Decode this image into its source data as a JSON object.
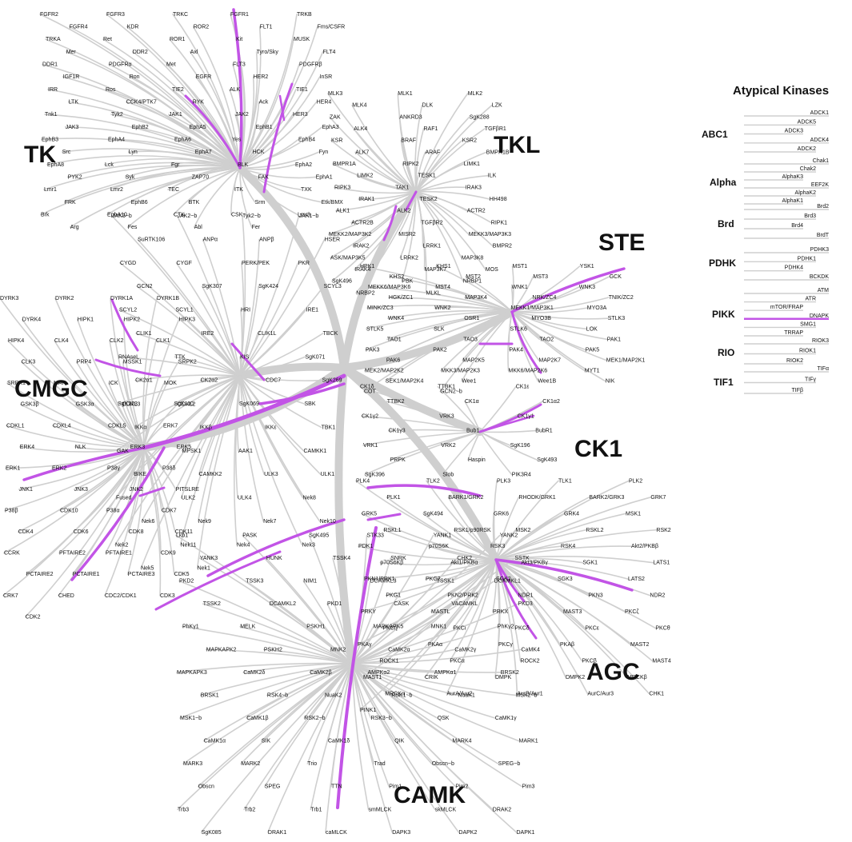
{
  "colors": {
    "branch": "#cfcfcf",
    "highlight": "#c254e6",
    "text": "#111111",
    "background": "#ffffff"
  },
  "groups": {
    "tk": "TK",
    "tkl": "TKL",
    "ste": "STE",
    "ck1": "CK1",
    "agc": "AGC",
    "camk": "CAMK",
    "cmgc": "CMGC"
  },
  "atypical": {
    "title": "Atypical Kinases",
    "families": [
      {
        "name": "ABC1",
        "members": [
          "ADCK1",
          "ADCK5",
          "ADCK3",
          "ADCK4",
          "ADCK2"
        ]
      },
      {
        "name": "Alpha",
        "members": [
          "Chak1",
          "Chak2",
          "AlphaK3",
          "EEF2K",
          "AlphaK2",
          "AlphaK1"
        ]
      },
      {
        "name": "Brd",
        "members": [
          "Brd2",
          "Brd3",
          "Brd4",
          "BrdT"
        ]
      },
      {
        "name": "PDHK",
        "members": [
          "PDHK3",
          "PDHK1",
          "PDHK4",
          "BCKDK"
        ]
      },
      {
        "name": "PIKK",
        "members": [
          "ATM",
          "ATR",
          "mTOR/FRAP",
          "DNAPK",
          "SMG1",
          "TRRAP"
        ]
      },
      {
        "name": "RIO",
        "members": [
          "RIOK3",
          "RIOK1",
          "RIOK2"
        ]
      },
      {
        "name": "TIF1",
        "members": [
          "TIFα",
          "TIFγ",
          "TIFβ"
        ]
      }
    ],
    "highlighted": [
      "DNAPK"
    ]
  },
  "kinases": {
    "tk": [
      "FGFR2",
      "FGFR3",
      "TRKC",
      "FGFR1",
      "TRKB",
      "FGFR4",
      "KDR",
      "ROR2",
      "FLT1",
      "Fms/CSFR",
      "TRKA",
      "Ret",
      "ROR1",
      "Kit",
      "MUSK",
      "Mer",
      "DDR2",
      "Axl",
      "Tyro/Sky",
      "FLT4",
      "DDR1",
      "PDGFRα",
      "Met",
      "FLT3",
      "PDGFRβ",
      "IGF1R",
      "Ron",
      "EGFR",
      "HER2",
      "InSR",
      "IRR",
      "Ros",
      "TIE2",
      "ALK",
      "TIE1",
      "LTK",
      "CCK4/PTK7",
      "RYK",
      "Ack",
      "HER4",
      "Tnk1",
      "Tyk2",
      "JAK1",
      "JAK2",
      "HER3",
      "JAK3",
      "EphB2",
      "EphA5",
      "EphB1",
      "EphA3",
      "EphB3",
      "EphA4",
      "EphA6",
      "Yes",
      "EphB4",
      "Src",
      "Lyn",
      "EphA7",
      "HCK",
      "Fyn",
      "EphA8",
      "Lck",
      "Fgr",
      "BLK",
      "EphA2",
      "PYK2",
      "Syk",
      "ZAP70",
      "FAK",
      "EphA1",
      "Lmr1",
      "Lmr2",
      "TEC",
      "ITK",
      "TXK",
      "FRK",
      "EphB6",
      "BTK",
      "Srm",
      "Etk/BMX",
      "Brk",
      "EphA10",
      "CTK",
      "CSK",
      "Lmr3",
      "Arg",
      "Fes",
      "Abl",
      "Fer"
    ],
    "tkl": [
      "MLK3",
      "MLK1",
      "MLK2",
      "MLK4",
      "DLK",
      "LZK",
      "ZAK",
      "ANKRD3",
      "SgK288",
      "ALK4",
      "RAF1",
      "TGFβR1",
      "KSR",
      "BRAF",
      "KSR2",
      "ALK7",
      "ARAF",
      "BMPR1B",
      "BMPR1A",
      "RIPK2",
      "LIMK1",
      "LIMK2",
      "TESK1",
      "ILK",
      "RIPK3",
      "TAK1",
      "IRAK3",
      "IRAK1",
      "TESK2",
      "HH498",
      "ALK1",
      "ALK2",
      "ACTR2",
      "ACTR2B",
      "TGFβR2",
      "RIPK1",
      "MEKK2/MAP3K2",
      "MISR2",
      "MEKK3/MAP3K3",
      "IRAK2",
      "LRRK1",
      "BMPR2",
      "ASK/MAP3K5",
      "LRRK2",
      "MAP3K8",
      "IRAK4",
      "MAP3K7",
      "MOS",
      "SgK496",
      "PBK",
      "NRBP1",
      "NRBP2",
      "MLKL"
    ],
    "ste": [
      "HPK1",
      "KHS1",
      "MST1",
      "YSK1",
      "KHS2",
      "MST2",
      "MST3",
      "GCK",
      "MEKK6/MAP3K6",
      "MST4",
      "WNK1",
      "WNK3",
      "HGK/ZC1",
      "MAP3K4",
      "NRK/ZC4",
      "TNIK/ZC2",
      "MINK/ZC3",
      "WNK2",
      "MEKK1/MAP3K1",
      "MYO3A",
      "WNK4",
      "OSR1",
      "MYO3B",
      "STLK3",
      "STLK5",
      "SLK",
      "STLK6",
      "LOK",
      "TAO1",
      "TAO3",
      "TAO2",
      "PAK1",
      "PAK3",
      "PAK2",
      "PAK4",
      "PAK5",
      "PAK6",
      "MAP2K5",
      "MAP2K7",
      "MEK1/MAP2K1",
      "MEK2/MAP2K2",
      "MKK3/MAP2K3",
      "MKK6/MAP2K6",
      "MYT1",
      "SEK1/MAP2K4",
      "Wee1",
      "Wee1B",
      "NIK",
      "COT",
      "GCN2~b"
    ],
    "ck1": [
      "CK1δ",
      "TTBK1",
      "CK1ε",
      "TTBK2",
      "CK1α",
      "CK1α2",
      "CK1γ2",
      "VRK3",
      "CK1γ1",
      "CK1γ3",
      "Bub1",
      "BubR1",
      "VRK1",
      "VRK2",
      "SgK196",
      "PRPK",
      "Haspin",
      "SgK493",
      "SgK396",
      "Slob",
      "PIK3R4"
    ],
    "agc": [
      "PLK4",
      "TLK2",
      "PLK3",
      "TLK1",
      "PLK2",
      "PLK1",
      "BARK1/GRK2",
      "RHODK/GRK1",
      "BARK2/GRK3",
      "GRK7",
      "GRK5",
      "SgK494",
      "GRK6",
      "GRK4",
      "MSK1",
      "RSKL1",
      "RSK1/p90RSK",
      "MSK2",
      "RSKL2",
      "RSK2",
      "PDK1",
      "p70S6K",
      "RSK3",
      "RSK4",
      "Akt2/PKBβ",
      "p70S6Kβ",
      "Akt1/PKBα",
      "Akt3/PKBγ",
      "SGK1",
      "LATS1",
      "PKN1/PRK1",
      "PKG2",
      "SGK2",
      "SGK3",
      "LATS2",
      "PKG1",
      "PKN2/PRK2",
      "NDR1",
      "PKN3",
      "NDR2",
      "PRKY",
      "MASTL",
      "PRKX",
      "MAST3",
      "PKCζ",
      "PKCη",
      "PKCι",
      "PKCδ",
      "PKCε",
      "PKCθ",
      "PKAγ",
      "PKAα",
      "PKCγ",
      "PKAβ",
      "MAST2",
      "ROCK1",
      "PKCα",
      "ROCK2",
      "PKCβ",
      "MAST4",
      "MAST1",
      "CRIK",
      "DMPK",
      "DMPK2",
      "MRCKβ",
      "MRCKα",
      "AurA/Aur2",
      "AurB/Aur1",
      "AurC/Aur3",
      "CHK1",
      "PINK1"
    ],
    "camk": [
      "Lkb1",
      "PASK",
      "SgK495",
      "STK33",
      "YANK1",
      "YANK2",
      "YANK3",
      "HUNK",
      "TSSK4",
      "SNRK",
      "CHK2",
      "SSTK",
      "PKD2",
      "TSSK3",
      "NIM1",
      "DCAMKL3",
      "TSSK1",
      "DCAMKL1",
      "TSSK2",
      "DCAMKL2",
      "PKD1",
      "CASK",
      "VACAMKL",
      "PKD3",
      "PhKγ1",
      "MELK",
      "PSKH1",
      "MAPKAPK5",
      "MNK1",
      "PhKγ2",
      "MAPKAPK2",
      "PSKH2",
      "MNK2",
      "CaMK2α",
      "CaMK2γ",
      "CaMK4",
      "MAPKAPK3",
      "CaMK2δ",
      "CaMK2β",
      "AMPKα2",
      "AMPKα1",
      "BRSK2",
      "BRSK1",
      "RSK4~b",
      "NuaK2",
      "RSK1~b",
      "NuaK1",
      "MSK2~b",
      "MSK1~b",
      "CaMK1β",
      "RSK2~b",
      "RSK3~b",
      "QSK",
      "CaMK1γ",
      "CaMK1α",
      "SIK",
      "CaMK1δ",
      "QIK",
      "MARK4",
      "MARK1",
      "MARK3",
      "MARK2",
      "Trio",
      "Trad",
      "Obscn~b",
      "SPEG~b",
      "Obscn",
      "SPEG",
      "TTN",
      "Pim1",
      "Pim2",
      "Pim3",
      "Trb3",
      "Trb2",
      "Trb1",
      "smMLCK",
      "skMLCK",
      "DRAK2",
      "SgK085",
      "DRAK1",
      "caMLCK",
      "DAPK3",
      "DAPK2",
      "DAPK1"
    ],
    "cmgc": [
      "DYRK3",
      "DYRK2",
      "DYRK1A",
      "DYRK1B",
      "DYRK4",
      "HIPK1",
      "HIPK2",
      "HIPK3",
      "HIPK4",
      "CLK4",
      "CLK2",
      "CLK1",
      "CLK3",
      "PRP4",
      "MSSK1",
      "SRPK2",
      "SRPK1",
      "MAK",
      "ICK",
      "MOK",
      "GSK3β",
      "GSK3α",
      "CDKL3",
      "CDKL2",
      "CDKL1",
      "CDKL4",
      "CDKL5",
      "ERK7",
      "ERK4",
      "NLK",
      "ERK3",
      "ERK5",
      "ERK1",
      "ERK2",
      "P38γ",
      "P38δ",
      "JNK1",
      "JNK3",
      "JNK2",
      "PITSLRE",
      "P38β",
      "CDK10",
      "P38α",
      "CDK7",
      "CDK4",
      "CDK6",
      "CDK8",
      "CDK11",
      "CCRK",
      "PFTAIRE2",
      "PFTAIRE1",
      "CDK9",
      "PCTAIRE2",
      "PCTAIRE1",
      "PCTAIRE3",
      "CDK5",
      "CRK7",
      "CHED",
      "CDC2/CDK1",
      "CDK3",
      "CDK2"
    ],
    "other": [
      "JAK3~b",
      "JAK2~b",
      "Tyk2~b",
      "JAK1~b",
      "SuRTK106",
      "ANPα",
      "ANPβ",
      "HSER",
      "CYGD",
      "CYGF",
      "PERK/PEK",
      "PKR",
      "GCN2",
      "SgK307",
      "SgK424",
      "SCYL3",
      "SCYL2",
      "SCYL1",
      "HRI",
      "IRE1",
      "CLIK1",
      "IRE2",
      "CLIK1L",
      "TBCK",
      "RNAseL",
      "TTK",
      "KIS",
      "SgK071",
      "CK2α1",
      "CK2α2",
      "CDC7",
      "SgK269",
      "SgK223",
      "SgK110",
      "SgK069",
      "SBK",
      "IKKα",
      "IKKβ",
      "IKKε",
      "TBK1",
      "GAK",
      "MPSK1",
      "AAK1",
      "CAMKK1",
      "BIKE",
      "CAMKK2",
      "ULK3",
      "ULK1",
      "Fused",
      "ULK2",
      "ULK4",
      "Nek8",
      "Nek6",
      "Nek9",
      "Nek7",
      "Nek10",
      "Nek2",
      "Nek11",
      "Nek4",
      "Nek3",
      "Nek5",
      "Nek1"
    ]
  }
}
